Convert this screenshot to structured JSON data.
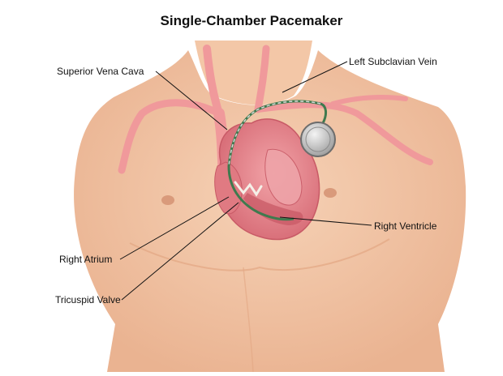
{
  "title": "Single-Chamber Pacemaker",
  "labels": {
    "superior_vena_cava": "Superior Vena Cava",
    "left_subclavian_vein": "Left Subclavian Vein",
    "right_ventricle": "Right Ventricle",
    "right_atrium": "Right Atrium",
    "tricuspid_valve": "Tricuspid Valve"
  },
  "colors": {
    "skin": "#f2c5a4",
    "skin_shadow": "#e6ad8a",
    "vessel": "#f0999b",
    "heart": "#e8868c",
    "heart_dark": "#c85a66",
    "lead": "#3f7a4e",
    "device": "#c9c9c9"
  }
}
